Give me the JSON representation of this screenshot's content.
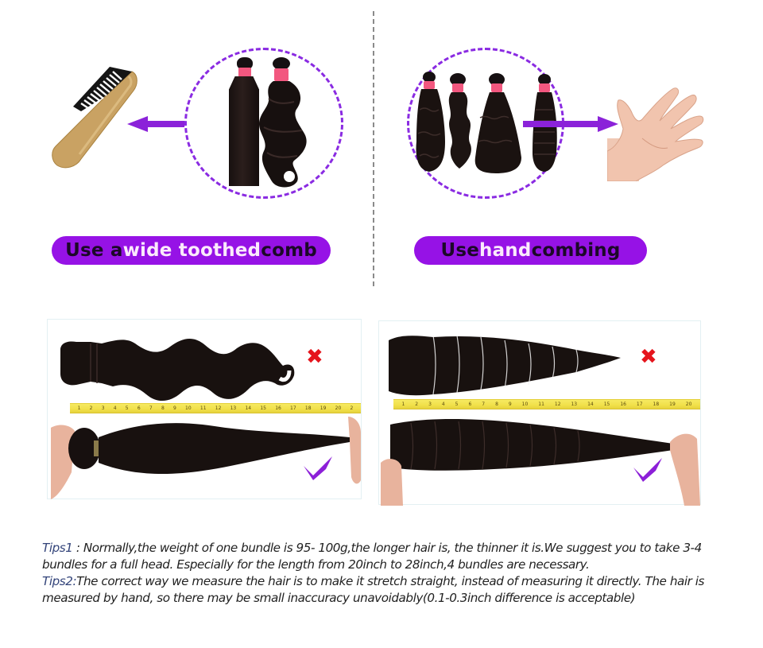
{
  "colors": {
    "accent_purple": "#9612e6",
    "arrow_purple": "#8b22d9",
    "circle_dash": "#8a2be2",
    "x_red": "#e5141c",
    "check_purple": "#8c1fd8",
    "tape_yellow": "#f1e04a",
    "band_pink": "#f2577f",
    "tips_label_blue": "#33447a",
    "body_text": "#222222"
  },
  "top_left": {
    "icons": [
      "comb-icon",
      "arrow-left-icon",
      "straight-bundle-image",
      "body-wave-bundle-image"
    ],
    "label": {
      "part1": "Use a ",
      "part2": "wide toothed",
      "part3": " comb"
    }
  },
  "top_right": {
    "icons": [
      "curly-bundles-image",
      "arrow-right-icon",
      "hand-icon"
    ],
    "label": {
      "part1": "Use ",
      "part2": "hand",
      "part3": " combing"
    }
  },
  "measure_left": {
    "wrong_mark": "✖",
    "correct_mark": "✔",
    "tape_ticks": [
      "1",
      "2",
      "3",
      "4",
      "5",
      "6",
      "7",
      "8",
      "9",
      "10",
      "11",
      "12",
      "13",
      "14",
      "15",
      "16",
      "17",
      "18",
      "19",
      "20",
      "2"
    ]
  },
  "measure_right": {
    "wrong_mark": "✖",
    "correct_mark": "✔",
    "tape_ticks": [
      "1",
      "2",
      "3",
      "4",
      "5",
      "6",
      "7",
      "8",
      "9",
      "10",
      "11",
      "12",
      "13",
      "14",
      "15",
      "16",
      "17",
      "18",
      "19",
      "20"
    ]
  },
  "tips": {
    "tip1_label": "Tips1",
    "tip1_text": " : Normally,the weight of one bundle is 95- 100g,the longer hair is, the thinner it is.We suggest you to take 3-4 bundles for a full head. Especially for the length from 20inch to 28inch,4 bundles are necessary.",
    "tip2_label": "Tips2:",
    "tip2_text": "The correct way we measure the hair is to make it stretch straight, instead of measuring it directly. The hair is measured by hand, so there may be small inaccuracy unavoidably(0.1-0.3inch difference is acceptable)"
  }
}
